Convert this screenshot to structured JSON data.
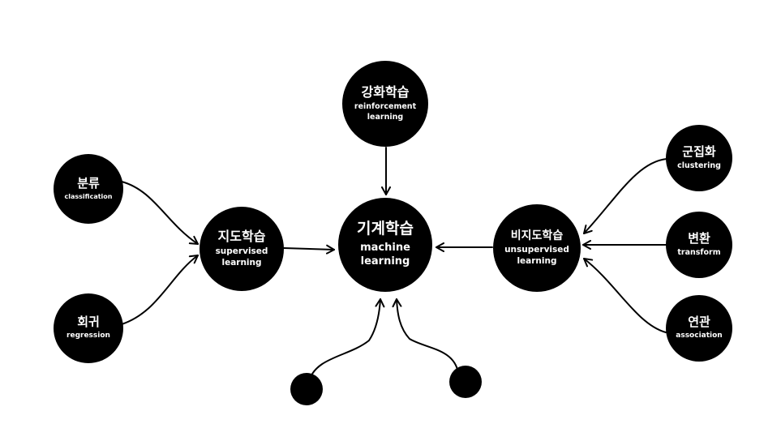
{
  "nodes": {
    "center": {
      "ko": "기계학습",
      "en": "machine\nlearning"
    },
    "reinforcement": {
      "ko": "강화학습",
      "en": "reinforcement\nlearning"
    },
    "supervised": {
      "ko": "지도학습",
      "en": "supervised\nlearning"
    },
    "unsupervised": {
      "ko": "비지도학습",
      "en": "unsupervised\nlearning"
    },
    "classification": {
      "ko": "분류",
      "en": "classification"
    },
    "regression": {
      "ko": "회귀",
      "en": "regression"
    },
    "clustering": {
      "ko": "군집화",
      "en": "clustering"
    },
    "transform": {
      "ko": "변환",
      "en": "transform"
    },
    "association": {
      "ko": "연관",
      "en": "association"
    }
  },
  "colors": {
    "node_fill": "#000000",
    "node_text": "#ffffff",
    "edge": "#000000",
    "background": "#ffffff"
  }
}
